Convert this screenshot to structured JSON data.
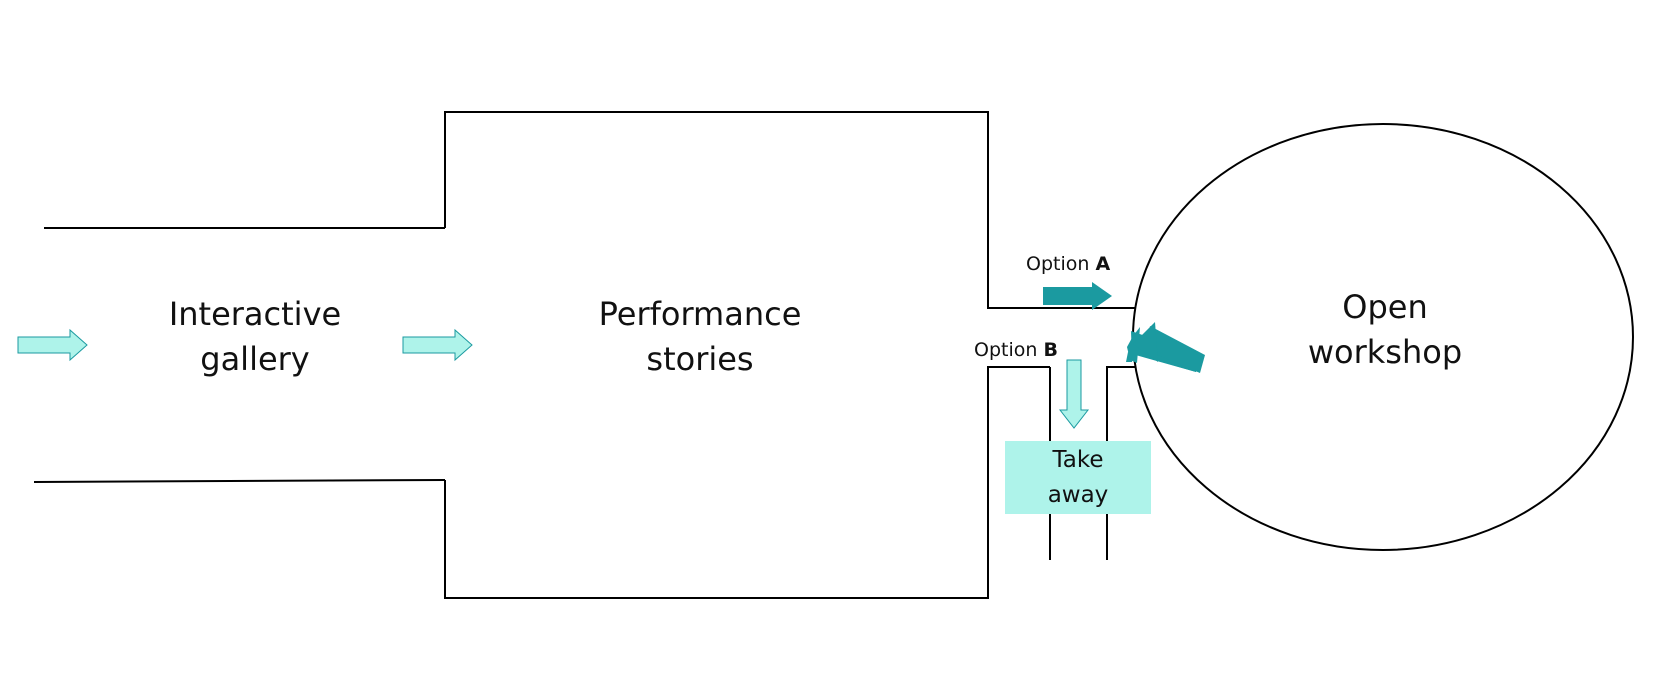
{
  "colors": {
    "light_arrow": "#aef3ea",
    "dark_arrow": "#1b9aa0",
    "takeaway_fill": "#aef3ea",
    "outline": "#000000"
  },
  "zones": {
    "interactive_gallery": {
      "line1": "Interactive",
      "line2": "gallery"
    },
    "performance_stories": {
      "line1": "Performance",
      "line2": "stories"
    },
    "open_workshop": {
      "line1": "Open",
      "line2": "workshop"
    },
    "take_away": {
      "line1": "Take",
      "line2": "away"
    }
  },
  "options": {
    "a": {
      "prefix": "Option",
      "letter": "A"
    },
    "b": {
      "prefix": "Option",
      "letter": "B"
    }
  },
  "icons": {
    "flow_arrow_entry": "right-arrow-icon",
    "flow_arrow_gallery": "right-arrow-icon",
    "option_a_arrow": "right-arrow-icon",
    "option_b_arrow": "down-arrow-icon",
    "workshop_arrow": "left-arrow-icon"
  }
}
